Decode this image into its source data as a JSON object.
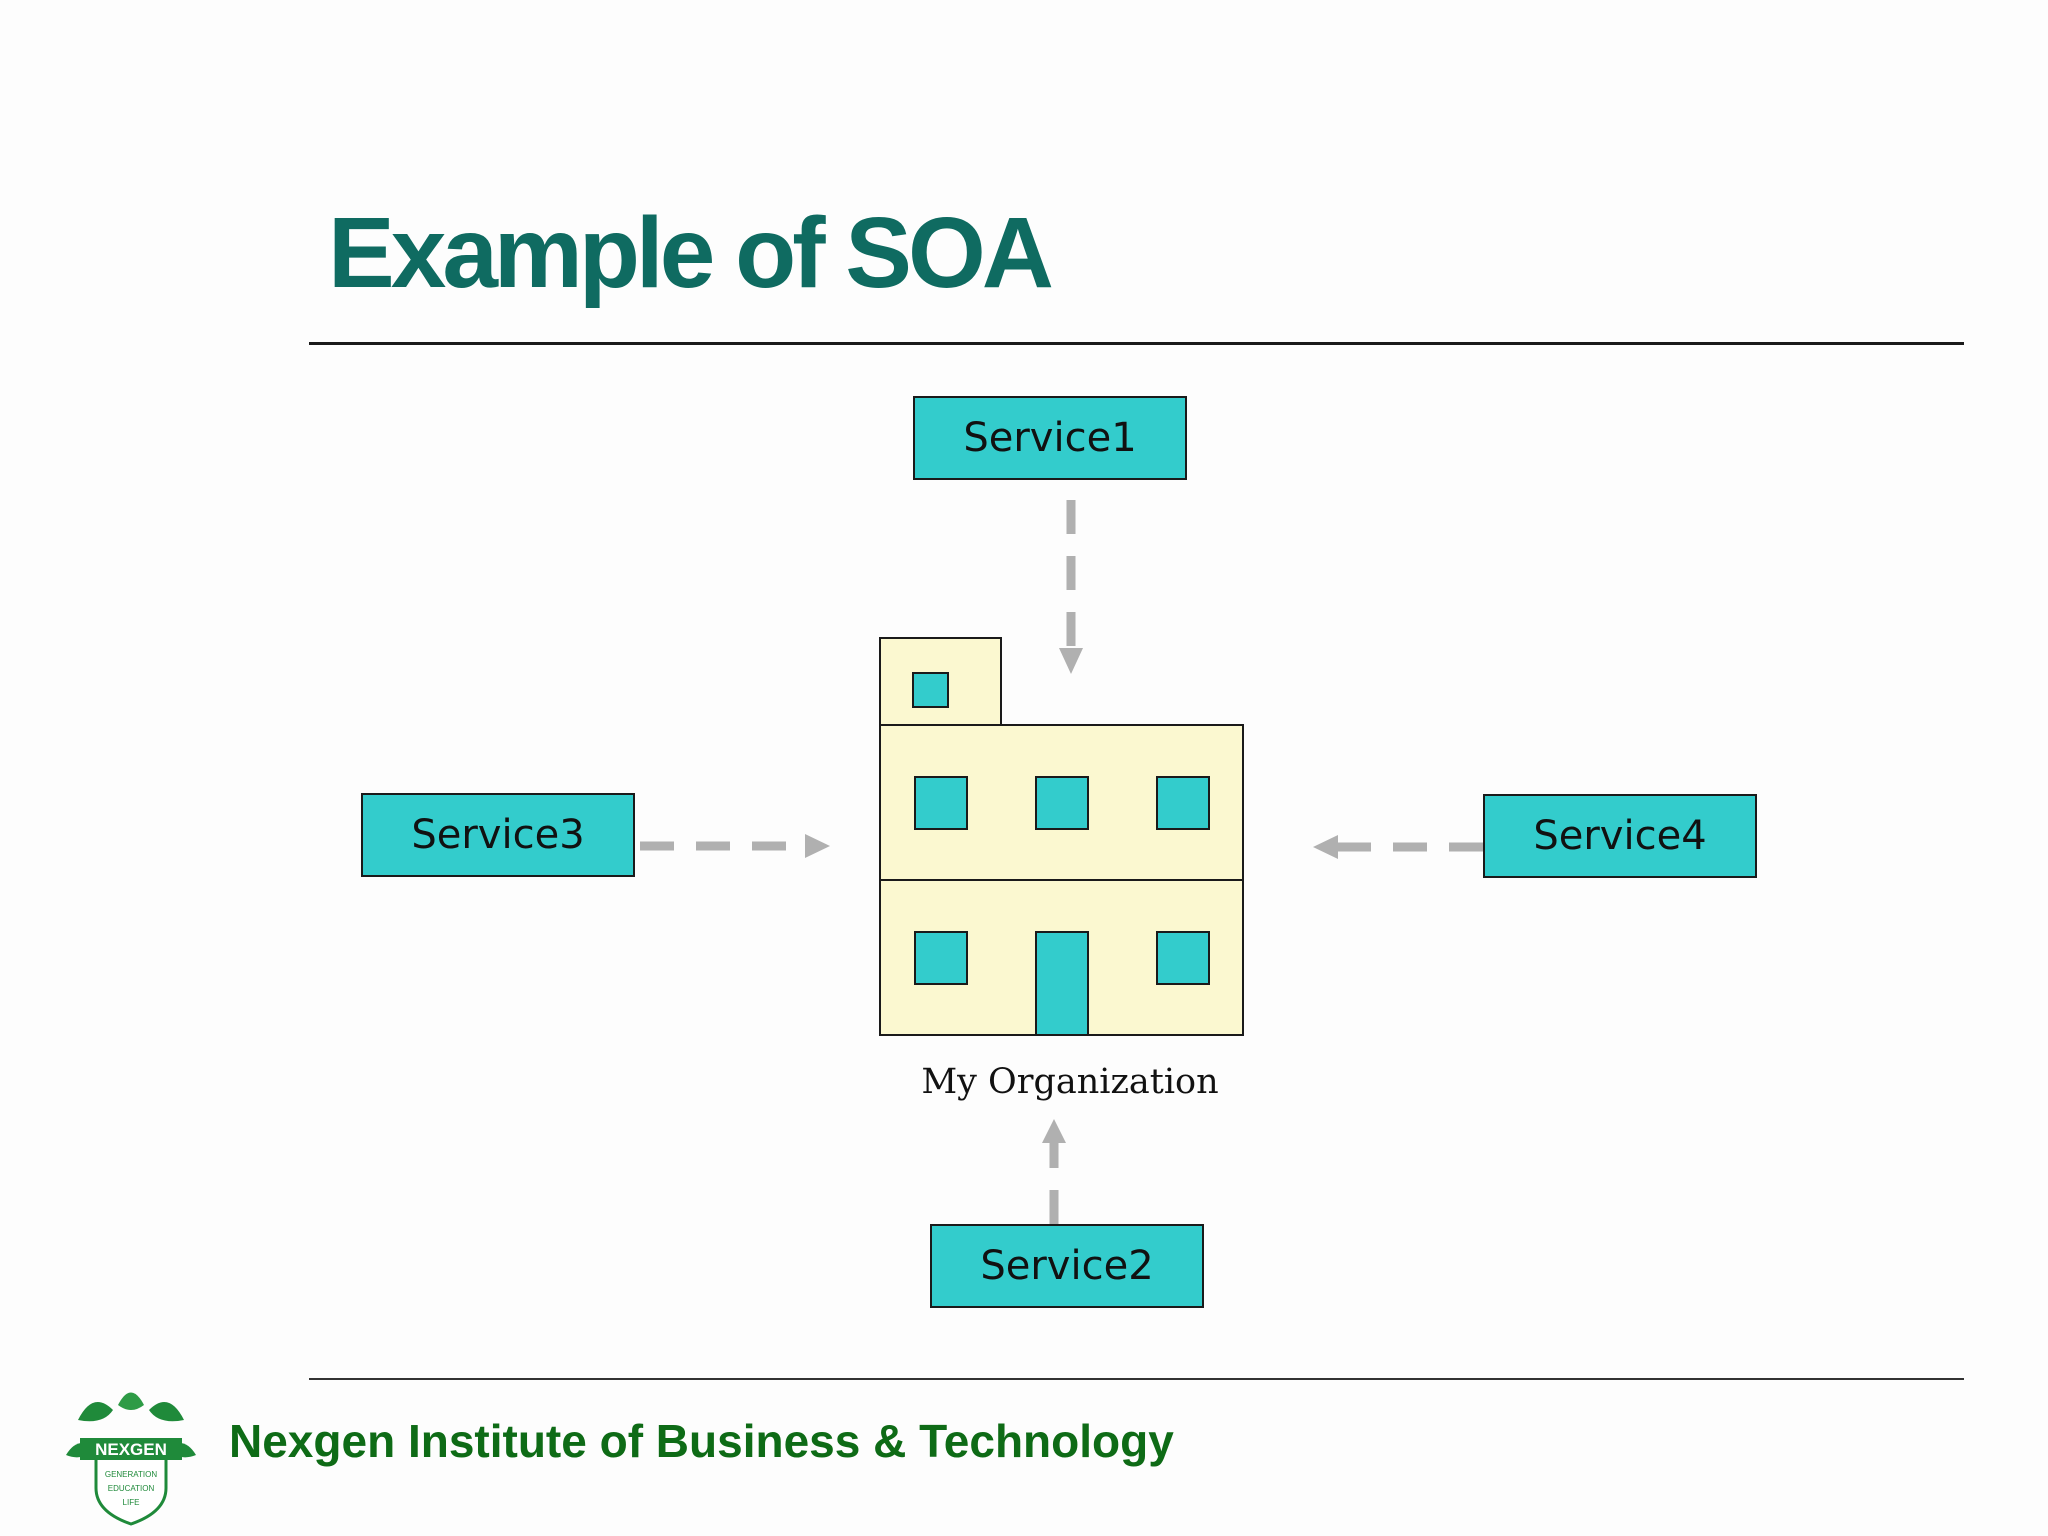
{
  "slide": {
    "title": "Example of SOA"
  },
  "diagram": {
    "services": [
      {
        "id": "svc1",
        "label": "Service1"
      },
      {
        "id": "svc2",
        "label": "Service2"
      },
      {
        "id": "svc3",
        "label": "Service3"
      },
      {
        "id": "svc4",
        "label": "Service4"
      }
    ],
    "center_label": "My Organization",
    "colors": {
      "service_fill": "#33cccc",
      "building_fill": "#fbf8d0",
      "arrow": "#b0b0b0",
      "title": "#0f6b61",
      "footer": "#0e6b16"
    }
  },
  "footer": {
    "institute": "Nexgen Institute of Business & Technology",
    "logo_text": "NEXGEN",
    "logo_motto": [
      "GENERATION",
      "EDUCATION",
      "LIFE"
    ]
  }
}
